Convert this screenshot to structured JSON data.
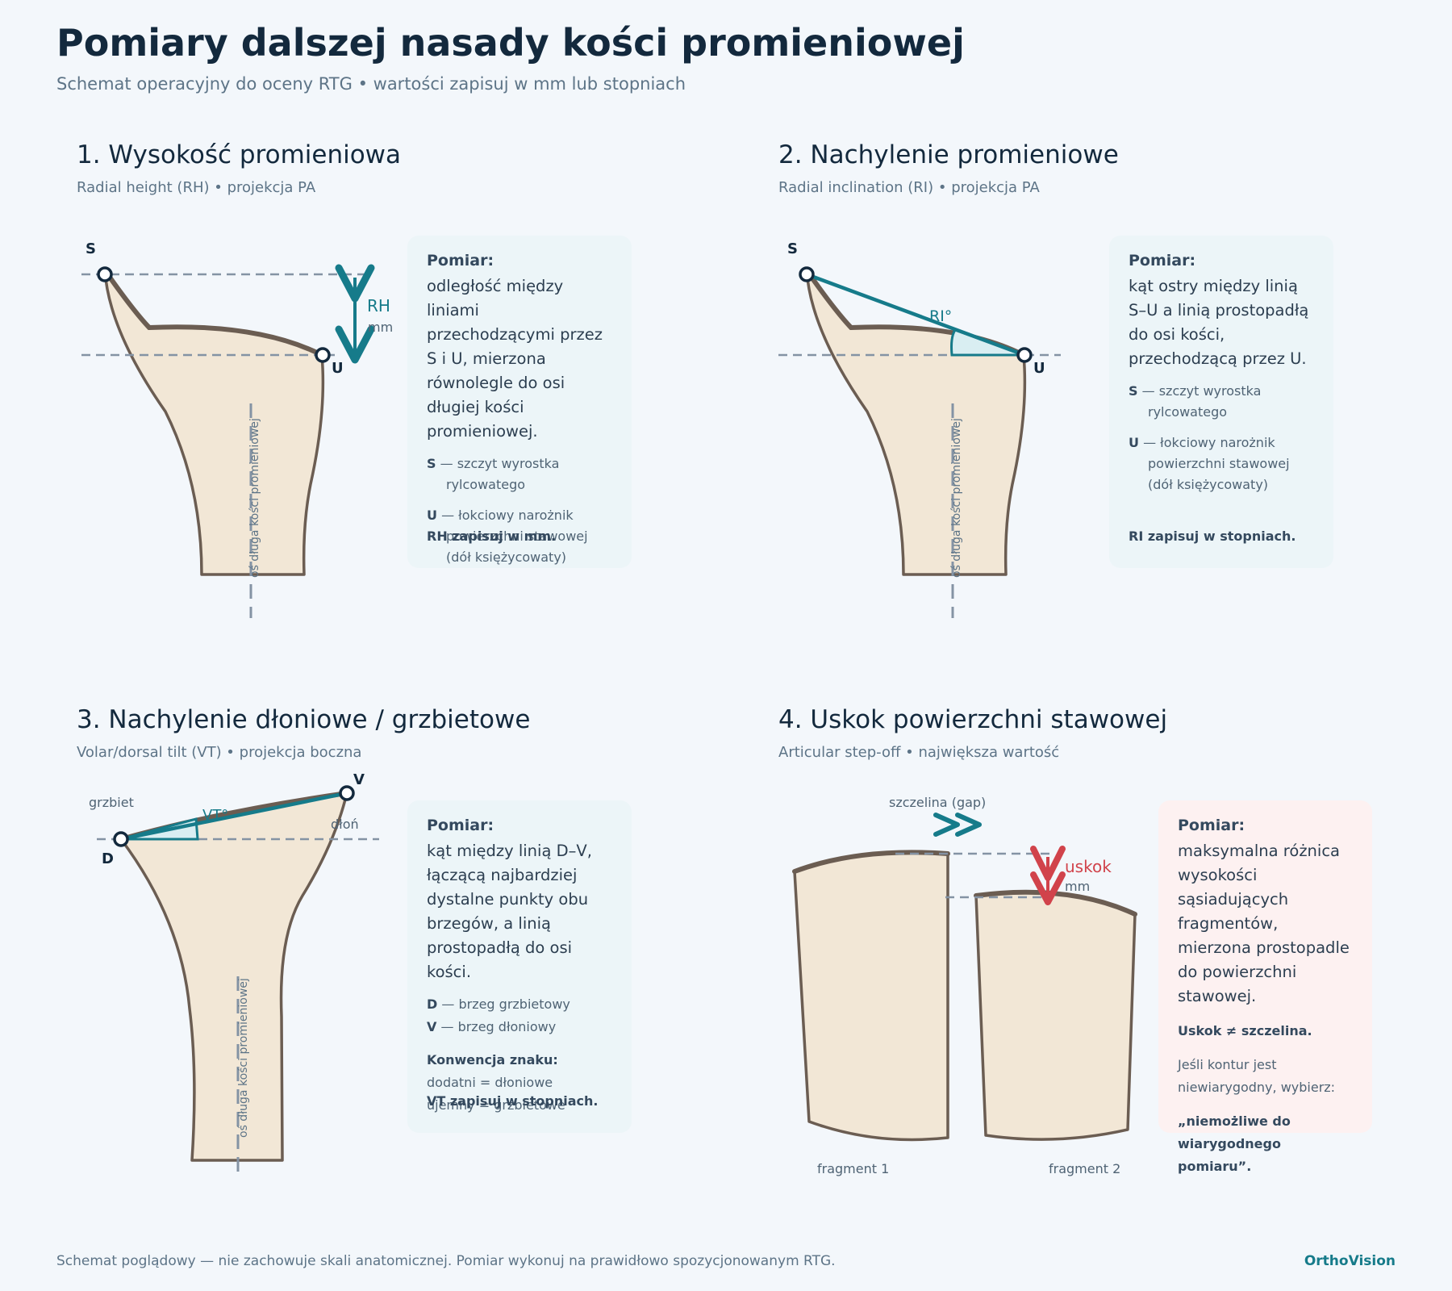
{
  "header": {
    "title": "Pomiary dalszej nasady kości promieniowej",
    "subtitle": "Schemat operacyjny do oceny RTG • wartości zapisuj w mm lub stopniach"
  },
  "panels": [
    {
      "heading": "1. Wysokość promieniowa",
      "subheading": "Radial height (RH) • projekcja PA",
      "figure": {
        "point_s": "S",
        "point_u": "U",
        "measure_label": "RH",
        "unit_label": "mm",
        "axis_label": "oś długa kości promieniowej"
      },
      "box": {
        "label": "Pomiar:",
        "text": "odległość między liniami przechodzącymi przez S i U, mierzona równolegle do osi długiej kości promieniowej.",
        "legend": [
          {
            "key": "S",
            "text": " — szczyt wyrostka rylcowatego"
          },
          {
            "key": "U",
            "text": " — łokciowy narożnik powierzchni stawowej (dół księżycowaty)"
          }
        ],
        "record_note": "RH zapisuj w mm."
      }
    },
    {
      "heading": "2. Nachylenie promieniowe",
      "subheading": "Radial inclination (RI) • projekcja PA",
      "figure": {
        "point_s": "S",
        "point_u": "U",
        "angle_label": "RI°",
        "axis_label": "oś długa kości promieniowej"
      },
      "box": {
        "label": "Pomiar:",
        "text": "kąt ostry między linią S–U a linią prostopadłą do osi kości, przechodzącą przez U.",
        "legend": [
          {
            "key": "S",
            "text": " — szczyt wyrostka rylcowatego"
          },
          {
            "key": "U",
            "text": " — łokciowy narożnik powierzchni stawowej (dół księżycowaty)"
          }
        ],
        "record_note": "RI zapisuj w stopniach."
      }
    },
    {
      "heading": "3. Nachylenie dłoniowe / grzbietowe",
      "subheading": "Volar/dorsal tilt (VT) • projekcja boczna",
      "figure": {
        "point_d": "D",
        "point_v": "V",
        "dorsal_label": "grzbiet",
        "volar_label": "dłoń",
        "angle_label": "VT°",
        "axis_label": "oś długa kości promieniowej"
      },
      "box": {
        "label": "Pomiar:",
        "text": "kąt między linią D–V, łączącą najbardziej dystalne punkty obu brzegów, a linią prostopadłą do osi kości.",
        "legend": [
          {
            "key": "D",
            "text": " — brzeg grzbietowy"
          },
          {
            "key": "V",
            "text": " — brzeg dłoniowy"
          }
        ],
        "sign_title": "Konwencja znaku:",
        "sign_positive": "dodatni = dłoniowe",
        "sign_negative": "ujemny = grzbietowe",
        "record_note": "VT zapisuj w stopniach."
      }
    },
    {
      "heading": "4. Uskok powierzchni stawowej",
      "subheading": "Articular step-off • największa wartość",
      "figure": {
        "gap_label": "szczelina (gap)",
        "step_label": "uskok",
        "unit_label": "mm",
        "fragment_1": "fragment 1",
        "fragment_2": "fragment 2"
      },
      "box": {
        "label": "Pomiar:",
        "text": "maksymalna różnica wysokości sąsiadujących fragmentów, mierzona prostopadle do powierzchni stawowej.",
        "note": "Uskok ≠ szczelina.",
        "fallback": "Jeśli kontur jest niewiarygodny, wybierz:",
        "fallback_value": "„niemożliwe do wiarygodnego pomiaru”."
      }
    }
  ],
  "footer": {
    "note": "Schemat poglądowy — nie zachowuje skali anatomicznej. Pomiar wykonuj na prawidłowo spozycjonowanym RTG.",
    "brand": "OrthoVision"
  },
  "colors": {
    "background": "#f3f7fb",
    "bone_fill": "#f2e7d6",
    "bone_outline": "#6b5d52",
    "accent_teal": "#167b8a",
    "alert_red": "#d1434b",
    "guide_grey": "#8493a4",
    "info_box_teal": "#ecf5f8",
    "info_box_red": "#fdf1f1"
  }
}
